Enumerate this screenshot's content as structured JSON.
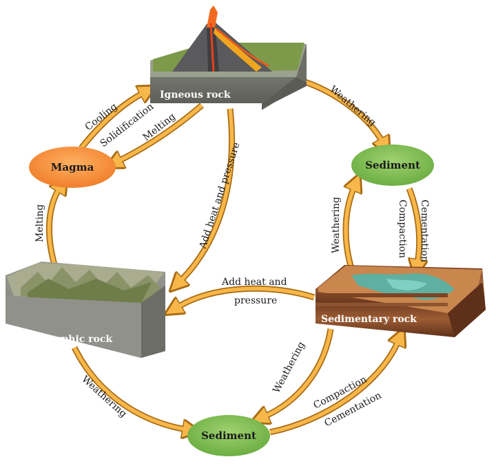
{
  "nodes": {
    "igneous": "Igneous rock",
    "magma": "Magma",
    "sediment_right": "Sediment",
    "metamorphic": "Metamorphic rock",
    "sedimentary": "Sedimentary rock",
    "sediment_bottom": "Sediment"
  },
  "labels": {
    "cooling": "Cooling",
    "solidification": "Solidification",
    "melting_ign": "Melting",
    "melting_left": "Melting",
    "weathering_top": "Weathering",
    "add_heat_diag": "Add heat and pressure",
    "weathering_right": "Weathering",
    "compaction_right": "Compaction",
    "cementation_right": "Cementation",
    "add_heat_mid_1": "Add heat and",
    "add_heat_mid_2": "pressure",
    "weathering_meta": "Weathering",
    "weathering_sed": "Weathering",
    "compaction_bottom": "Compaction",
    "cementation_bottom": "Cementation"
  },
  "colors": {
    "arrow_fill": "#f8b74a",
    "arrow_edge": "#a86a12",
    "magma": "#f5913a",
    "sediment": "#7cbd4e"
  }
}
